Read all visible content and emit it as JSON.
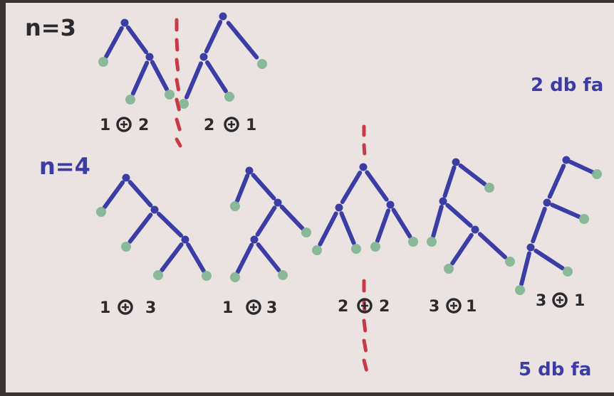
{
  "colors": {
    "paper": "#ebe2e2",
    "paper_shadow": "#d8cccc",
    "ink_black": "#2b2a2e",
    "ink_blue": "#3b3da4",
    "ink_red": "#c83a45",
    "ink_green": "#7fb592"
  },
  "labels": {
    "n3": "n=3",
    "n4": "n=4",
    "count3": "2 db fa",
    "count4": "5 db fa",
    "n3_tree1": {
      "left": "1",
      "right": "2"
    },
    "n3_tree2": {
      "left": "2",
      "right": "1"
    },
    "n4_tree1": {
      "left": "1",
      "right": "3"
    },
    "n4_tree2": {
      "left": "1",
      "right": "3"
    },
    "n4_tree3": {
      "left": "2",
      "right": "2"
    },
    "n4_tree4": {
      "left": "3",
      "right": "1"
    },
    "n4_tree5": {
      "left": "3",
      "right": "1"
    }
  }
}
